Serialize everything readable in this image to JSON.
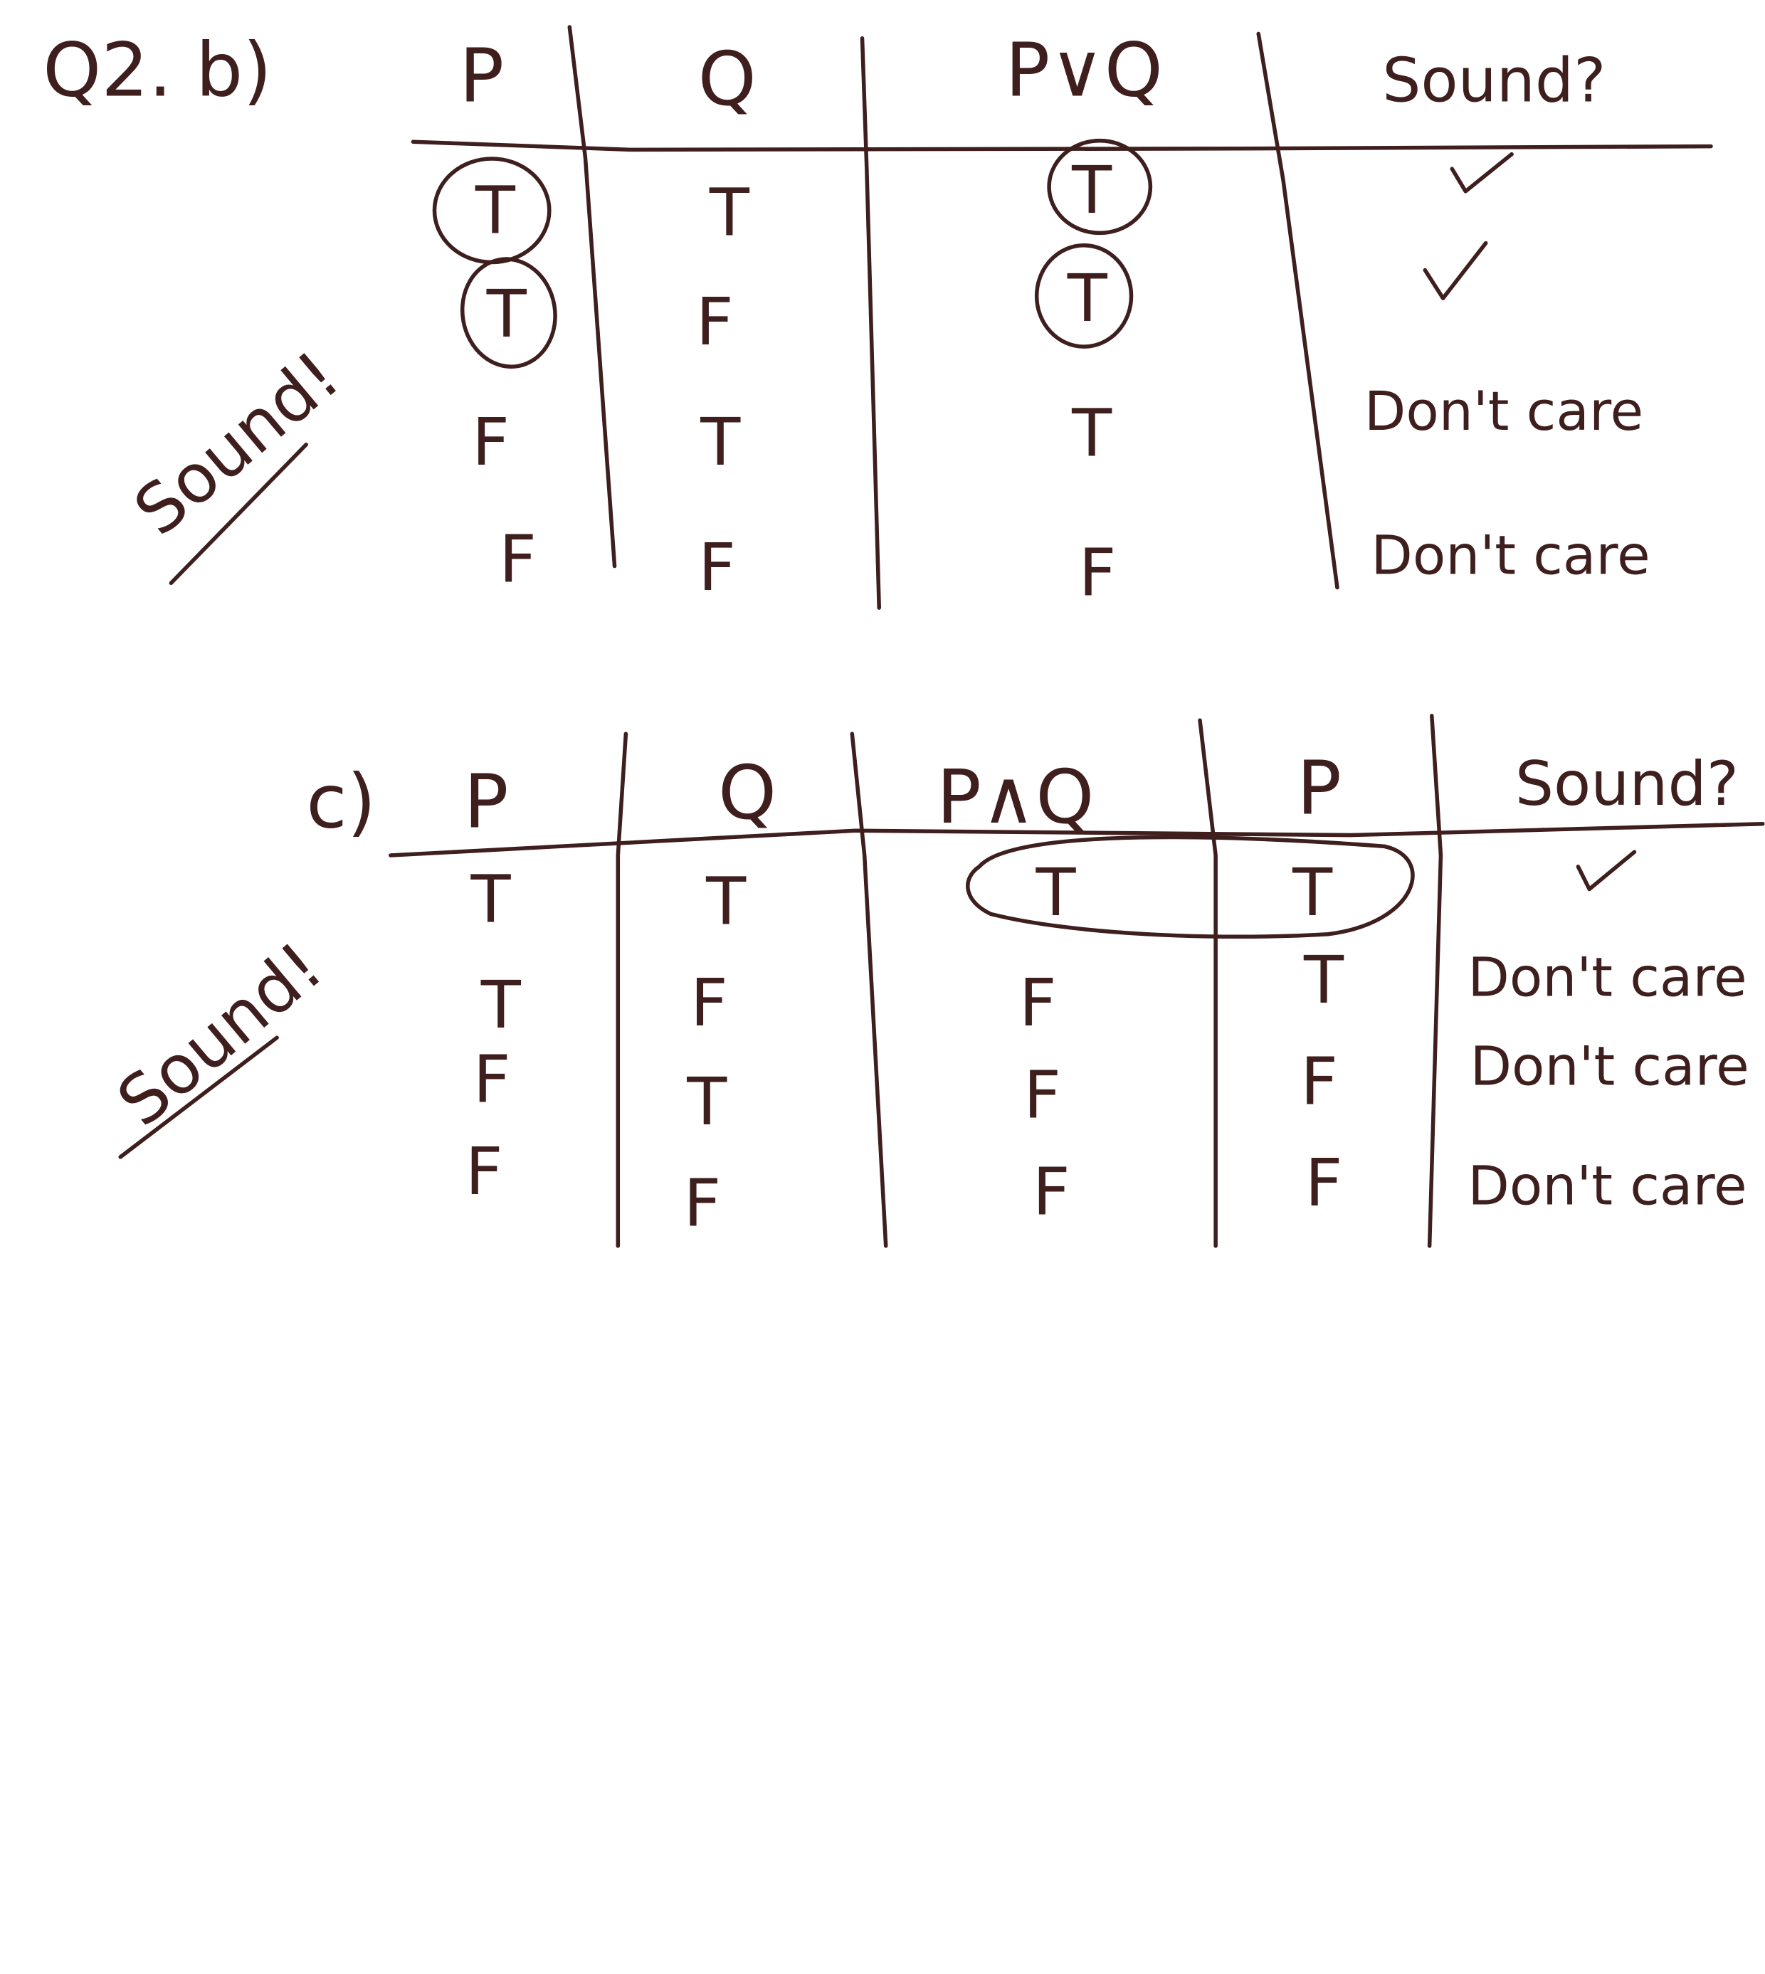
{
  "ink_color": "#3e1f1e",
  "question_b": {
    "label": "Q2. b)",
    "headers": [
      "P",
      "Q",
      "P∨Q",
      "Sound?"
    ],
    "rows": [
      [
        "T",
        "T",
        "T",
        "✓"
      ],
      [
        "T",
        "F",
        "T",
        "✓"
      ],
      [
        "F",
        "T",
        "T",
        "Don't care"
      ],
      [
        "F",
        "F",
        "F",
        "Don't care"
      ]
    ],
    "side_note": "Sound!"
  },
  "question_c": {
    "label": "c)",
    "headers": [
      "P",
      "Q",
      "P∧Q",
      "P",
      "Sound?"
    ],
    "rows": [
      [
        "T",
        "T",
        "T",
        "T",
        "✓"
      ],
      [
        "T",
        "F",
        "F",
        "T",
        "Don't care"
      ],
      [
        "F",
        "T",
        "F",
        "F",
        "Don't care"
      ],
      [
        "F",
        "F",
        "F",
        "F",
        "Don't care"
      ]
    ],
    "side_note": "Sound!"
  }
}
